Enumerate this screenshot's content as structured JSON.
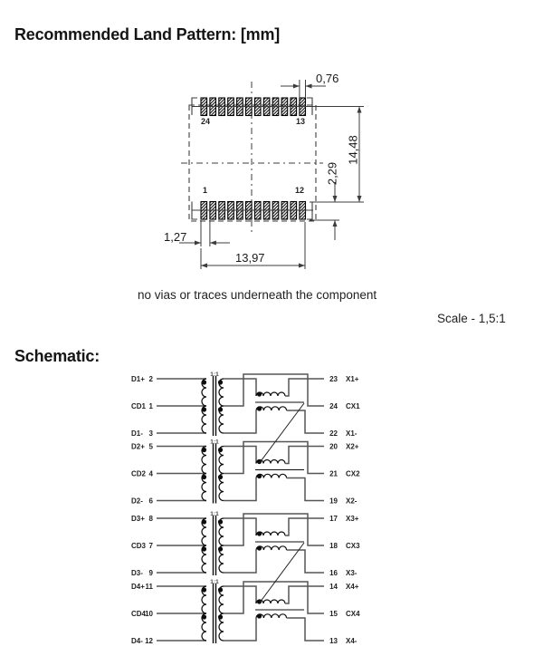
{
  "page": {
    "land_pattern_title": "Recommended Land Pattern: [mm]",
    "schematic_title": "Schematic:",
    "note": "no vias or traces underneath the component",
    "scale_label": "Scale - 1,5:1"
  },
  "land_pattern": {
    "pads_per_row": 12,
    "dims": {
      "pad_width": "0,76",
      "pitch": "1,27",
      "row_width": "13,97",
      "height": "14,48",
      "pad_length": "2,29"
    },
    "pad_numbers": {
      "top_left": "24",
      "top_right": "13",
      "bottom_left": "1",
      "bottom_right": "12"
    }
  },
  "schematic": {
    "ratio_label": "1:1",
    "channels": [
      {
        "left": [
          [
            "D1+",
            "2"
          ],
          [
            "CD1",
            "1"
          ],
          [
            "D1-",
            "3"
          ]
        ],
        "right": [
          [
            "23",
            "X1+"
          ],
          [
            "24",
            "CX1"
          ],
          [
            "22",
            "X1-"
          ]
        ]
      },
      {
        "left": [
          [
            "D2+",
            "5"
          ],
          [
            "CD2",
            "4"
          ],
          [
            "D2-",
            "6"
          ]
        ],
        "right": [
          [
            "20",
            "X2+"
          ],
          [
            "21",
            "CX2"
          ],
          [
            "19",
            "X2-"
          ]
        ]
      },
      {
        "left": [
          [
            "D3+",
            "8"
          ],
          [
            "CD3",
            "7"
          ],
          [
            "D3-",
            "9"
          ]
        ],
        "right": [
          [
            "17",
            "X3+"
          ],
          [
            "18",
            "CX3"
          ],
          [
            "16",
            "X3-"
          ]
        ]
      },
      {
        "left": [
          [
            "D4+",
            "11"
          ],
          [
            "CD4",
            "10"
          ],
          [
            "D4-",
            "12"
          ]
        ],
        "right": [
          [
            "14",
            "X4+"
          ],
          [
            "15",
            "CX4"
          ],
          [
            "13",
            "X4-"
          ]
        ]
      }
    ]
  },
  "colors": {
    "wire": "#555555",
    "ink": "#0d0d0d",
    "dim": "#3c3c3c"
  }
}
